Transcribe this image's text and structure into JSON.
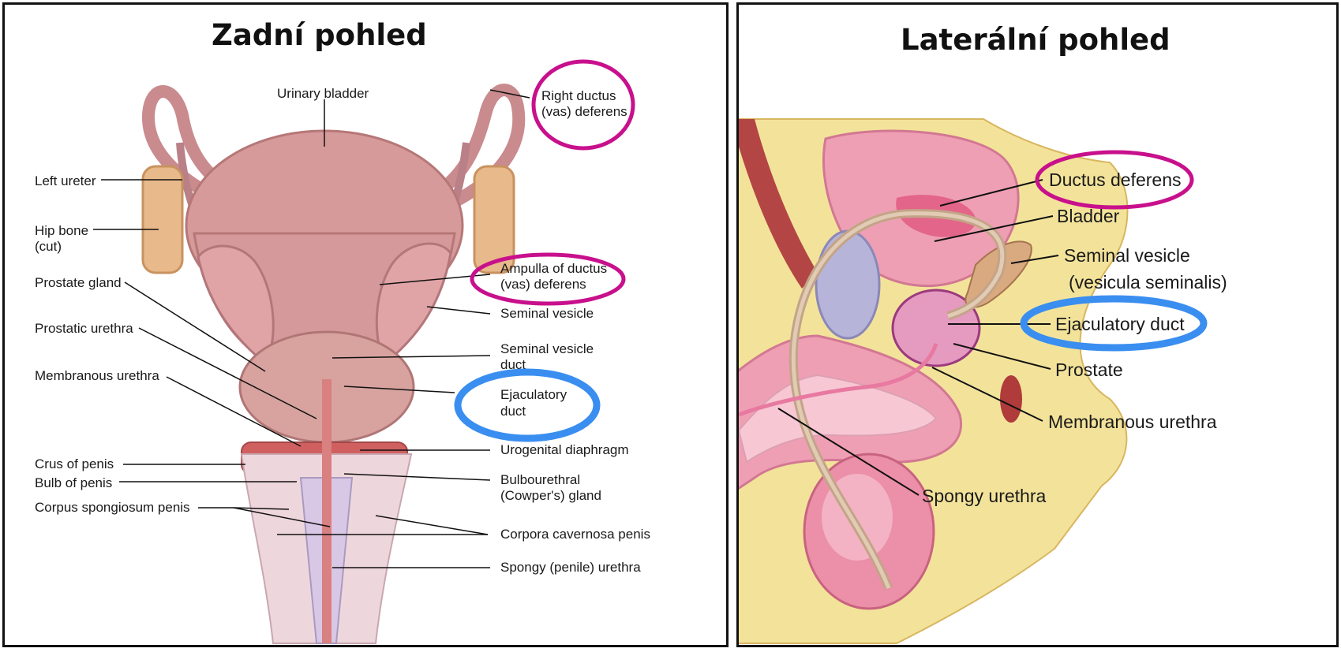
{
  "posterior": {
    "title": "Zadní pohled",
    "labels": {
      "urinary_bladder": "Urinary bladder",
      "right_ductus": [
        "Right ductus",
        "(vas) deferens"
      ],
      "left_ureter": "Left ureter",
      "hip_bone": [
        "Hip bone",
        "(cut)"
      ],
      "ampulla": [
        "Ampulla of ductus",
        "(vas) deferens"
      ],
      "prostate_gland": "Prostate gland",
      "seminal_vesicle": "Seminal vesicle",
      "prostatic_urethra": "Prostatic urethra",
      "seminal_vesicle_duct": [
        "Seminal vesicle",
        "duct"
      ],
      "membranous_urethra": "Membranous urethra",
      "ejaculatory_duct": [
        "Ejaculatory",
        "duct"
      ],
      "urogenital_diaphragm": "Urogenital diaphragm",
      "crus_of_penis": "Crus of penis",
      "bulb_of_penis": "Bulb of penis",
      "bulbourethral": [
        "Bulbourethral",
        "(Cowper's) gland"
      ],
      "corpus_spongiosum": "Corpus spongiosum penis",
      "corpora_cavernosa": "Corpora cavernosa penis",
      "spongy_urethra": "Spongy (penile) urethra"
    }
  },
  "lateral": {
    "title": "Laterální pohled",
    "labels": {
      "ductus_deferens": "Ductus deferens",
      "bladder": "Bladder",
      "seminal_vesicle": [
        "Seminal vesicle",
        "(vesicula seminalis)"
      ],
      "ejaculatory_duct": "Ejaculatory duct",
      "prostate": "Prostate",
      "membranous_urethra": "Membranous urethra",
      "spongy_urethra": "Spongy urethra"
    }
  },
  "colors": {
    "highlight_magenta": "#c8108c",
    "highlight_blue": "#3a8ef0",
    "tissue_pink": "#d99a9a",
    "skin_yellow": "#f3e39a",
    "pink_fill": "#f2a9bd"
  }
}
